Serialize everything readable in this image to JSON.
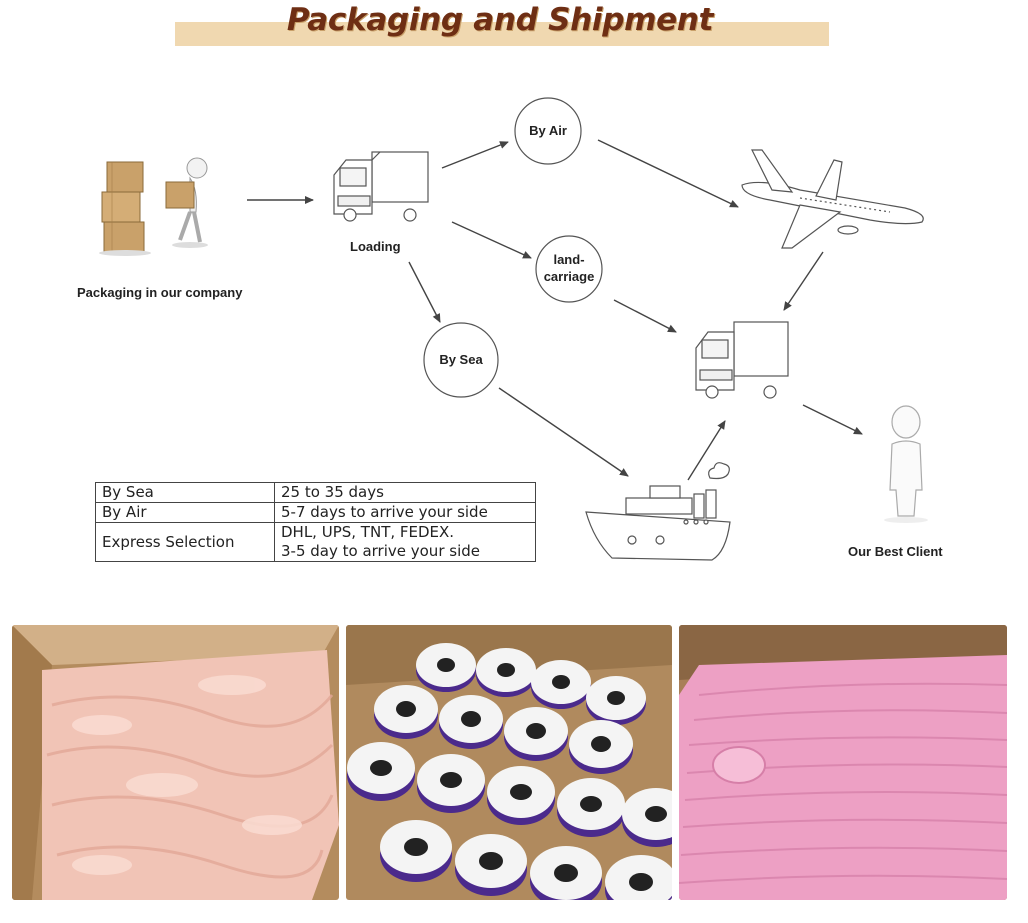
{
  "header": {
    "title": "Packaging and Shipment"
  },
  "flow": {
    "packaging_label": "Packaging in our company",
    "loading_label": "Loading",
    "by_air_label": "By Air",
    "land_label_line1": "land-",
    "land_label_line2": "carriage",
    "by_sea_label": "By Sea",
    "client_label": "Our Best Client"
  },
  "delivery_table": {
    "rows": [
      {
        "method": "By Sea",
        "detail_line1": "25 to 35  days",
        "detail_line2": ""
      },
      {
        "method": "By Air",
        "detail_line1": "5-7 days to arrive your side",
        "detail_line2": ""
      },
      {
        "method": "Express Selection",
        "detail_line1": "DHL, UPS, TNT, FEDEX.",
        "detail_line2": "3-5 day to arrive your side"
      }
    ]
  },
  "colors": {
    "title_text": "#6e2e14",
    "title_band": "#f0d8b0",
    "box_cardboard": "#c9a16a",
    "satin_pink": "#f1c4b6",
    "ribbon_purple": "#4b2a8c",
    "pink_items": "#eda0c4"
  }
}
